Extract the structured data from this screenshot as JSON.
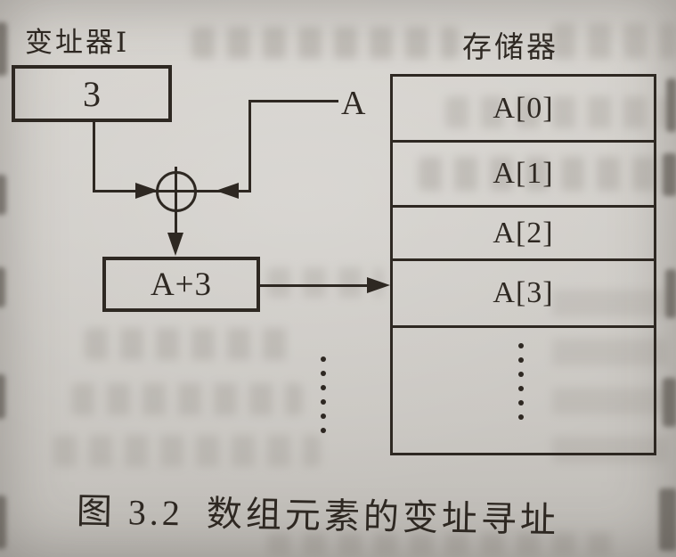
{
  "figure": {
    "index_register": {
      "label": "变址器Ⅰ",
      "value": "3"
    },
    "base_address": {
      "label": "A"
    },
    "adder": {
      "icon": "circled-plus-adder"
    },
    "effective_address": {
      "label": "A+3"
    },
    "memory": {
      "label": "存储器",
      "cells": [
        "A[0]",
        "A[1]",
        "A[2]",
        "A[3]"
      ],
      "ellipsis_dots": 6
    },
    "caption": {
      "number": "图 3.2",
      "title": "数组元素的变址寻址"
    }
  },
  "colors": {
    "ink": "#2e2822",
    "paper": "#d0cdc8"
  }
}
